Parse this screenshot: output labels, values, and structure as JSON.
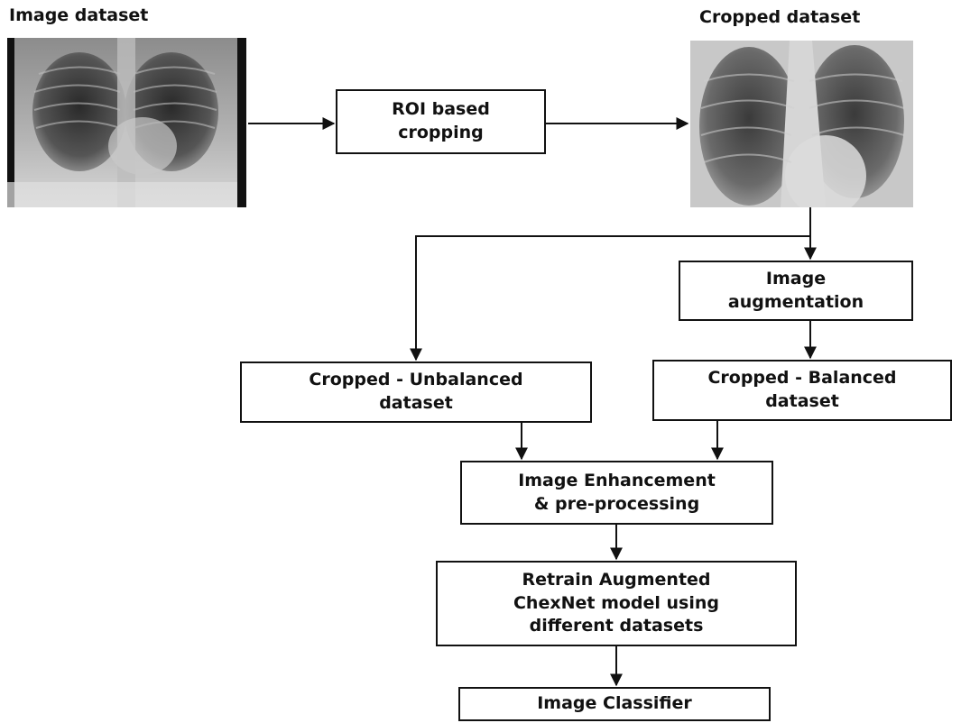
{
  "image_dataset": {
    "label": "Image dataset"
  },
  "cropped_dataset": {
    "label": "Cropped dataset"
  },
  "roi_cropping": {
    "lines": [
      "ROI based",
      "cropping"
    ]
  },
  "image_augmentation": {
    "lines": [
      "Image",
      "augmentation"
    ]
  },
  "cropped_unbalanced": {
    "lines": [
      "Cropped - Unbalanced",
      "dataset"
    ]
  },
  "cropped_balanced": {
    "lines": [
      "Cropped - Balanced",
      "dataset"
    ]
  },
  "enhancement": {
    "lines": [
      "Image Enhancement",
      "& pre-processing"
    ]
  },
  "retrain": {
    "lines": [
      "Retrain Augmented",
      "ChexNet model using",
      "different datasets"
    ]
  },
  "classifier": {
    "lines": [
      "Image Classifier"
    ]
  }
}
